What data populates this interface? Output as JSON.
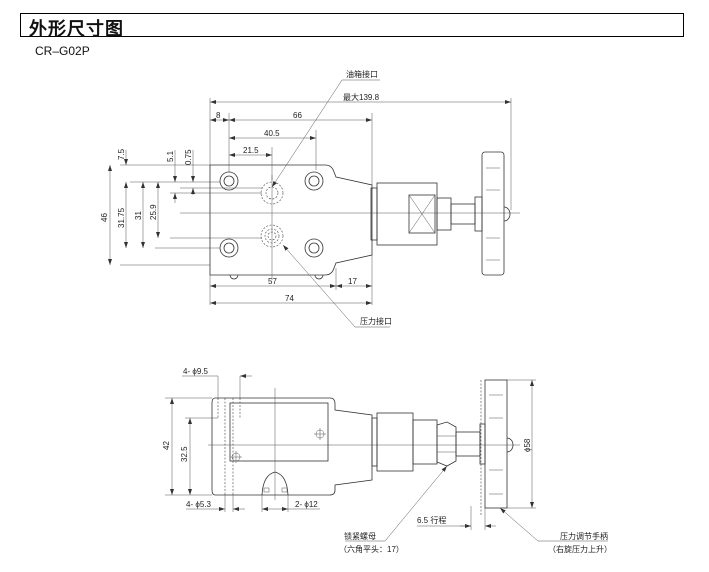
{
  "header": {
    "title": "外形尺寸图",
    "model": "CR–G02P"
  },
  "top_view": {
    "callouts": {
      "tank_port": "油箱接口",
      "pressure_port": "压力接口"
    },
    "dimensions": {
      "max_length": "最大139.8",
      "d8": "8",
      "d66": "66",
      "d40_5": "40.5",
      "d21_5": "21.5",
      "d7_5": "7.5",
      "d5_1": "5.1",
      "d0_75": "0.75",
      "d46": "46",
      "d31_75": "31.75",
      "d31": "31",
      "d25_9": "25.9",
      "d57": "57",
      "d17": "17",
      "d74": "74"
    }
  },
  "front_view": {
    "dimensions": {
      "hole_9_5": "4- ϕ9.5",
      "d42": "42",
      "d32_5": "32.5",
      "hole_5_3": "4- ϕ5.3",
      "hole_12": "2- ϕ12",
      "stroke": "6.5 行程",
      "dia58": "ϕ58"
    },
    "callouts": {
      "lock_nut": "锁紧螺母",
      "lock_nut_note": "（六角平头：17）",
      "handle": "压力调节手柄",
      "handle_note": "（右旋压力上升）"
    }
  }
}
